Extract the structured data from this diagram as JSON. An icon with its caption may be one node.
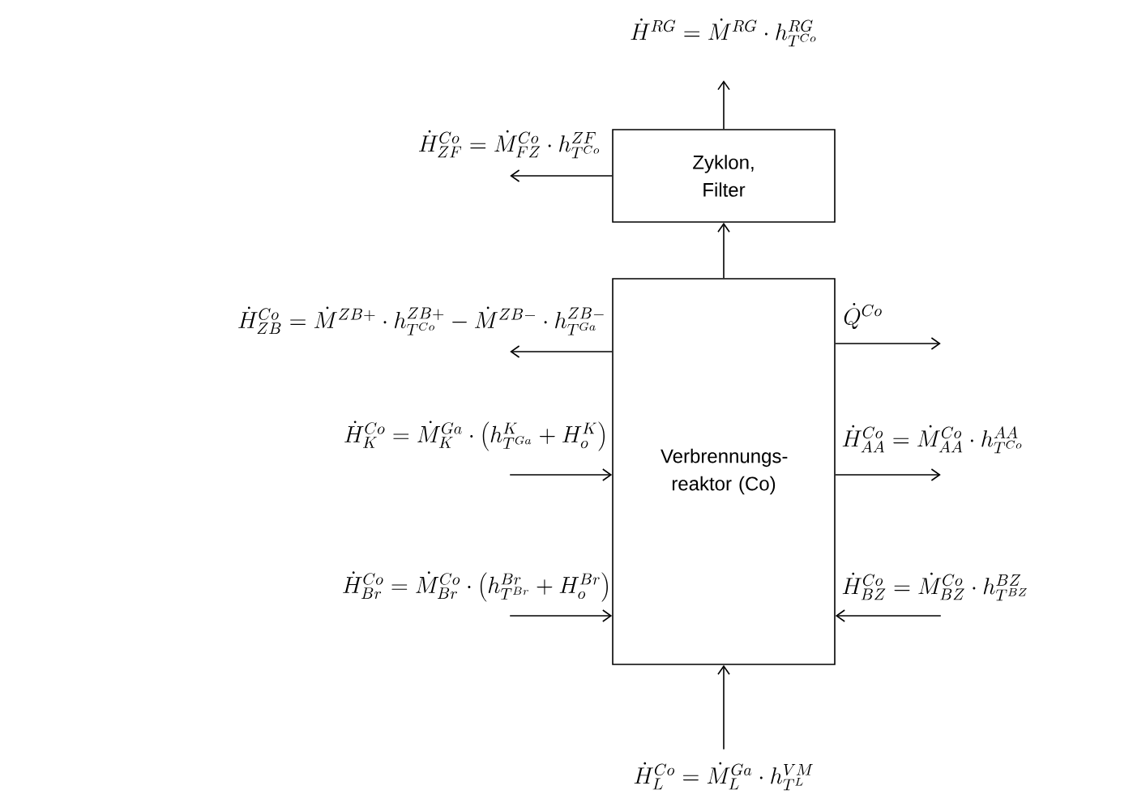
{
  "diagram": {
    "nodes": [
      {
        "text": [
          "Zyklon, Filter"
        ]
      },
      {
        "text": [
          "Verbrennungs-reaktor (Co)"
        ]
      }
    ],
    "edges": [
      {
        "from": 1,
        "to": 0,
        "arrow": "to"
      },
      {
        "from": 0,
        "to": null,
        "arrow": "to",
        "label": "\\dot{H}^{RG} = \\dot{M}^{RG} \\cdot h^{RG}_{T^{Co}}"
      },
      {
        "from": 0,
        "to": null,
        "arrow": "to",
        "label": "\\dot{H}^{Co}_{ZF} = \\dot{M}^{Co}_{FZ} \\cdot h^{ZF}_{T^{Co}}"
      },
      {
        "from": 1,
        "to": null,
        "arrow": "to",
        "label": "\\dot{H}^{Co}_{ZB} = \\dot{M}^{ZB+} \\cdot h^{ZB+}_{T^{Co}} - \\dot{M}^{ZB-} \\cdot h^{ZB-}_{T^{Ga}}"
      },
      {
        "from": null,
        "to": 1,
        "arrow": "to",
        "label": "\\dot{H}^{Co}_{K} = \\dot{M}^{Ga}_{K} \\cdot \\left(h^{K}_{T^{Ga}} + H^{K}_{o}\\right)"
      },
      {
        "from": null,
        "to": 1,
        "arrow": "to",
        "label": "\\dot{H}^{Co}_{Br} = \\dot{M}^{Co}_{Br} \\cdot \\left(h^{Br}_{T^{Br}} + H^{Br}_{o}\\right)"
      },
      {
        "from": 1,
        "to": null,
        "arrow": "to",
        "label": "\\dot{Q}^{Co}"
      },
      {
        "from": 1,
        "to": null,
        "arrow": "to",
        "label": "\\dot{H}^{Co}_{AA} = \\dot{M}^{Co}_{AA} \\cdot h^{AA}_{T^{Co}}"
      },
      {
        "from": null,
        "to": 1,
        "arrow": "to",
        "label": "\\dot{H}^{Co}_{BZ} = \\dot{M}^{Co}_{BZ} \\cdot h^{BZ}_{T^{BZ}}"
      },
      {
        "from": null,
        "to": 1,
        "arrow": "to",
        "label": "\\dot{H}^{Co}_{L} = \\dot{M}^{Ga}_{L} \\cdot h^{VM}_{T^{L}}"
      }
    ]
  }
}
